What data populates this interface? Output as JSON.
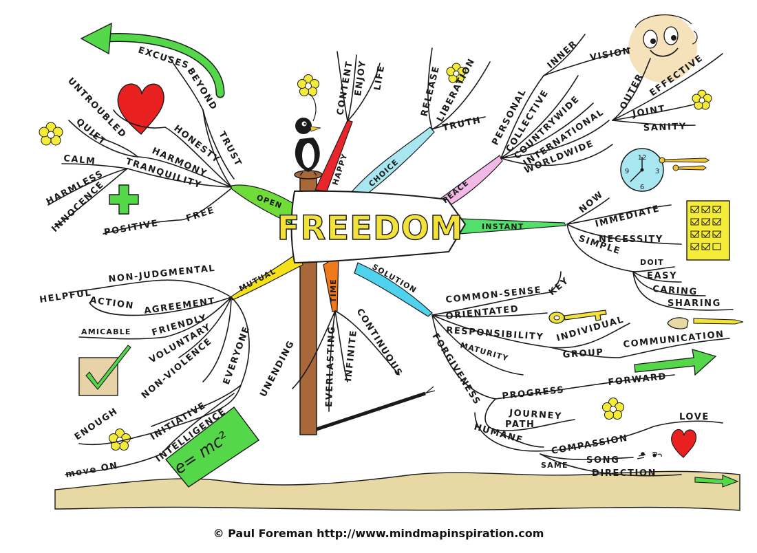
{
  "center": {
    "title": "FREEDOM"
  },
  "branches": {
    "happy": "HAPPY",
    "choice": "CHOICE",
    "peace": "PEACE",
    "open": "OPEN",
    "instant": "INSTANT",
    "mutual": "MUTUAL",
    "time": "TIME",
    "solution": "SOLUTION"
  },
  "words": {
    "content": "CONTENT",
    "enjoy": "ENJOY",
    "life": "LIFE",
    "release": "RELEASE",
    "liberation": "LIBERATION",
    "truth": "TRUTH",
    "personal": "PERSONAL",
    "inner": "INNER",
    "vision": "VISION",
    "collective": "COLLECTIVE",
    "countrywide": "COUNTRYWIDE",
    "international": "INTERNATIONAL",
    "worldwide": "WORLDWIDE",
    "outer": "OUTER",
    "effective": "EFFECTIVE",
    "joint": "JOINT",
    "sanity": "SANITY",
    "excuses": "EXCUSES",
    "beyond": "BEYOND",
    "untroubled": "UNTROUBLED",
    "trust": "TRUST",
    "honesty": "HONESTY",
    "quiet": "QUIET",
    "calm": "CALM",
    "harmony": "HARMONY",
    "tranquility": "TRANQUILITY",
    "harmless": "HARMLESS",
    "innocence": "INNOCENCE",
    "positive": "POSITIVE",
    "free": "FREE",
    "now": "NOW",
    "immediate": "IMMEDIATE",
    "necessity": "NECESSITY",
    "simple": "SIMPLE",
    "doit": "DOIT",
    "easy": "EASY",
    "caring": "CARING",
    "sharing": "SHARING",
    "helpful": "HELPFUL",
    "nonjudgmental": "NON-JUDGMENTAL",
    "action": "ACTION",
    "agreement": "AGREEMENT",
    "amicable": "AMICABLE",
    "friendly": "FRIENDLY",
    "voluntary": "VOLUNTARY",
    "everyone": "EVERYONE",
    "nonviolence": "NON-VIOLENCE",
    "enough": "ENOUGH",
    "initiative": "INITIATIVE",
    "intelligence": "INTELLIGENCE",
    "moveon": "move ON",
    "emc": "e= mc²",
    "unending": "UNENDING",
    "everlasting": "EVERLASTING",
    "infinite": "INFINITE",
    "continuous": "CONTINUOUS",
    "commonsense": "COMMON-SENSE",
    "key": "KEY",
    "orientated": "ORIENTATED",
    "responsibility": "RESPONSIBILITY",
    "individual": "INDIVIDUAL",
    "maturity": "MATURITY",
    "group": "GROUP",
    "communication": "COMMUNICATION",
    "forgiveness": "FORGIVENESS",
    "progress": "PROGRESS",
    "forward": "FORWARD",
    "journey": "JOURNEY",
    "path": "PATH",
    "humane": "HUMANE",
    "compassion": "COMPASSION",
    "love": "LOVE",
    "same": "SAME",
    "song": "SONG",
    "direction": "DIRECTION"
  },
  "clock": {
    "n12": "12",
    "n3": "3",
    "n6": "6",
    "n9": "9"
  },
  "footer": "© Paul Foreman http://www.mindmapinspiration.com",
  "colors": {
    "title_fill": "#f3e23a",
    "happy": "#e8252a",
    "choice": "#a8e6f0",
    "peace": "#f2b8e6",
    "open": "#6fdc3a",
    "instant": "#52e06a",
    "mutual": "#f5e11a",
    "time": "#f07a1a",
    "solution": "#4fd2ee",
    "ground": "#e8d8a4"
  }
}
